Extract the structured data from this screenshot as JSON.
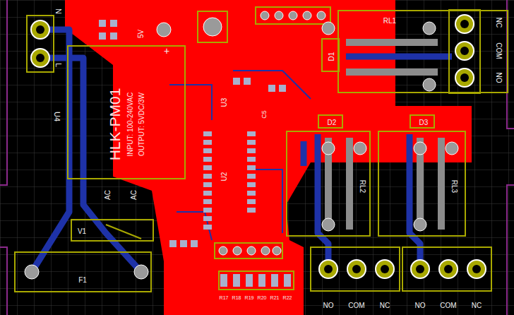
{
  "diagram": {
    "nodes": [
      {
        "text": [
          "HLK-PM01",
          "INPUT: 100-240VAC",
          "OUTPUT: 5VDC/3W"
        ]
      },
      {
        "text": [
          "RL1"
        ]
      },
      {
        "text": [
          "D1"
        ]
      },
      {
        "text": [
          "D2"
        ]
      },
      {
        "text": [
          "D3"
        ]
      },
      {
        "text": [
          "RL2"
        ]
      },
      {
        "text": [
          "RL3"
        ]
      },
      {
        "text": [
          "V1"
        ]
      },
      {
        "text": [
          "F1"
        ]
      }
    ],
    "labels": [
      "N",
      "L",
      "U4",
      "5V",
      "+",
      "AC",
      "AC",
      "NC",
      "COM",
      "NO",
      "NO",
      "COM",
      "NC",
      "NO",
      "COM",
      "NC",
      "U3",
      "U2",
      "C5",
      "R17",
      "R18",
      "R19",
      "R20",
      "R21",
      "R22"
    ]
  }
}
